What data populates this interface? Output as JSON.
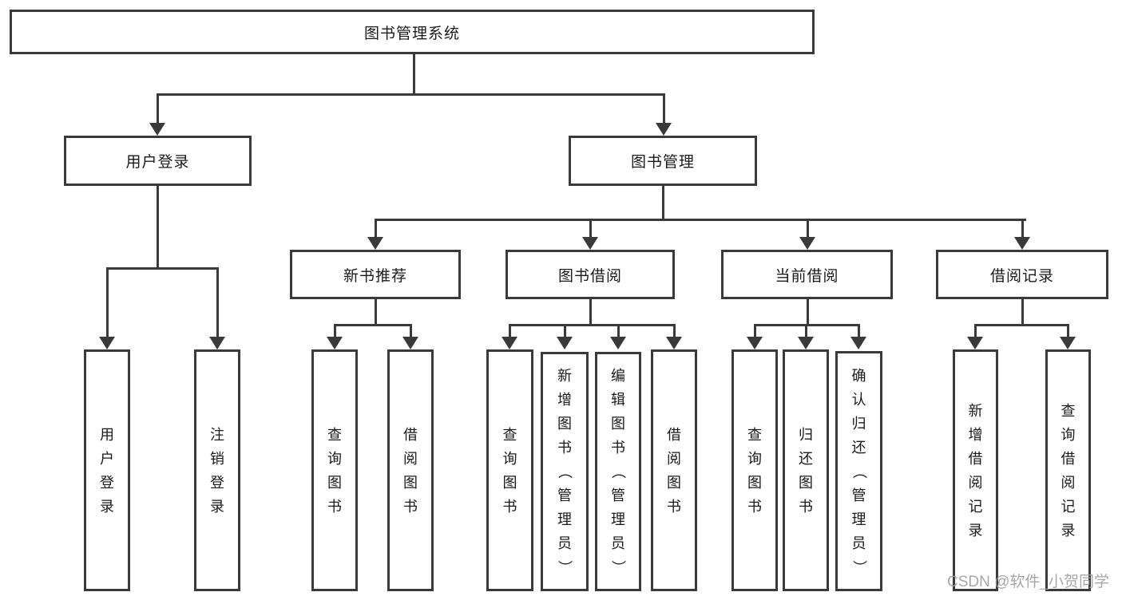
{
  "diagram": {
    "root": {
      "label": "图书管理系统"
    },
    "branches": [
      {
        "label": "用户登录",
        "leaves": [
          "用户登录",
          "注销登录"
        ]
      },
      {
        "label": "图书管理",
        "groups": [
          {
            "label": "新书推荐",
            "leaves": [
              "查询图书",
              "借阅图书"
            ]
          },
          {
            "label": "图书借阅",
            "leaves": [
              "查询图书",
              "新增图书（管理员）",
              "编辑图书（管理员）",
              "借阅图书"
            ]
          },
          {
            "label": "当前借阅",
            "leaves": [
              "查询图书",
              "归还图书",
              "确认归还（管理员）"
            ]
          },
          {
            "label": "借阅记录",
            "leaves": [
              "新增借阅记录",
              "查询借阅记录"
            ]
          }
        ]
      }
    ]
  },
  "watermark": "CSDN @软件_小贺同学",
  "colors": {
    "line": "#3a3a3a",
    "text": "#1a1a1a",
    "background": "#ffffff",
    "watermark": "#9e9e9e"
  }
}
